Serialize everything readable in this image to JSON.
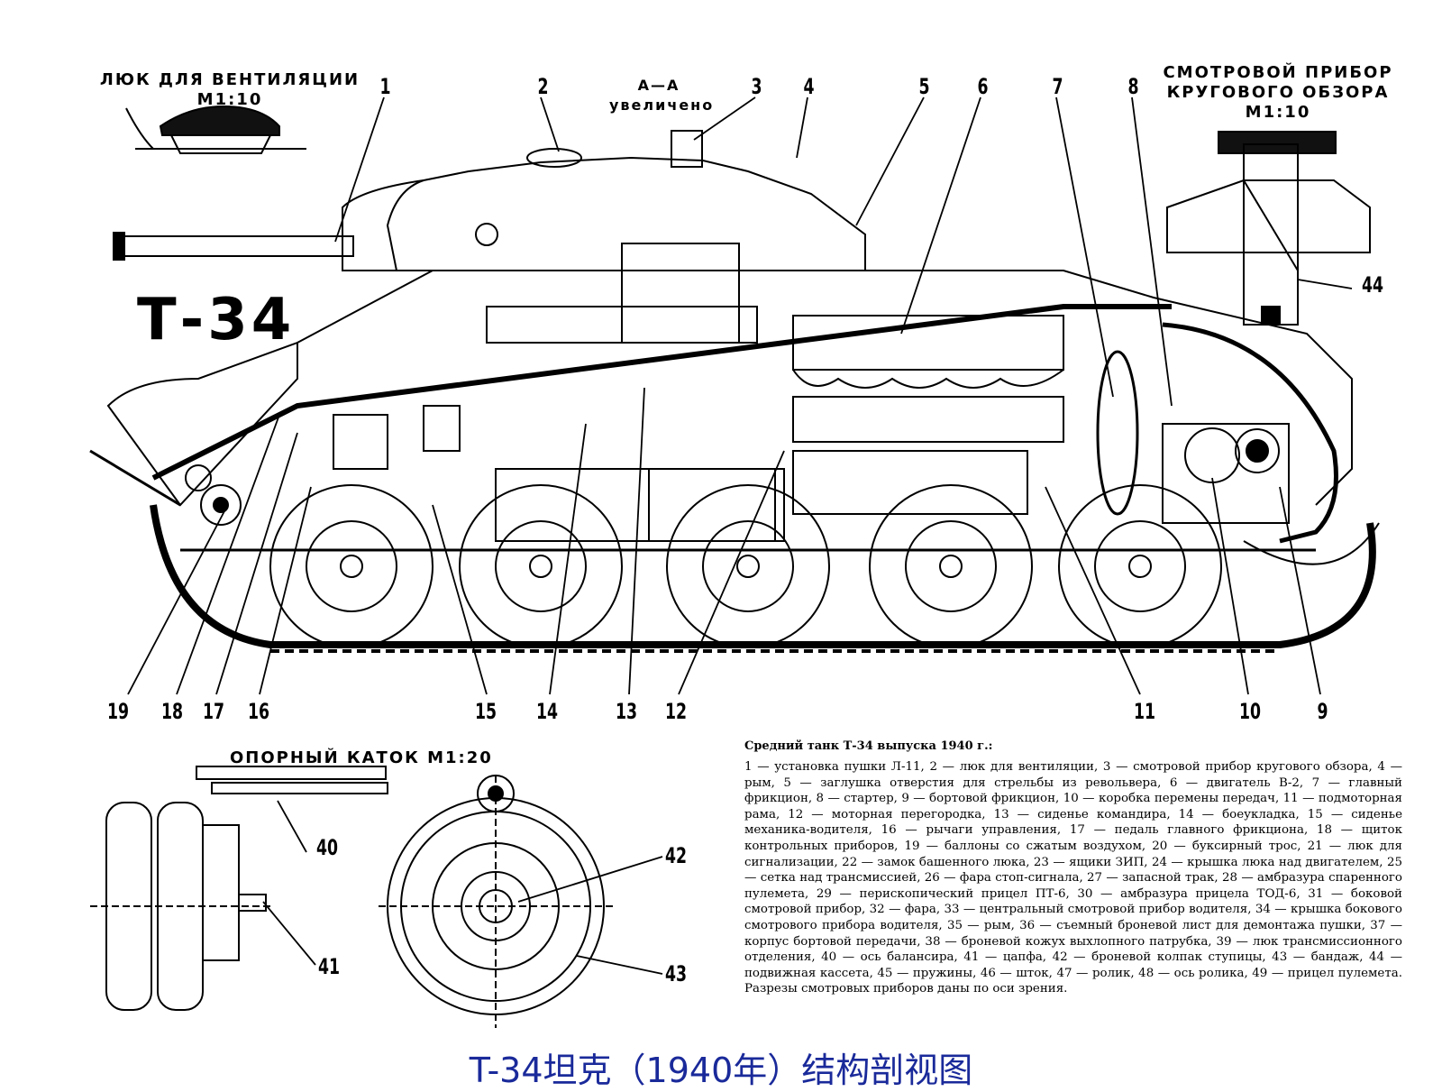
{
  "labels": {
    "vent_hatch": "ЛЮК ДЛЯ ВЕНТИЛЯЦИИ\nМ1:10",
    "section": "А—А\nувеличено",
    "periscope": "СМОТРОВОЙ ПРИБОР\nКРУГОВОГО ОБЗОРА\nМ1:10",
    "road_wheel": "ОПОРНЫЙ  КАТОК  М1:20",
    "tank_name": "Т-34"
  },
  "callouts": [
    "1",
    "2",
    "3",
    "4",
    "5",
    "6",
    "7",
    "8",
    "9",
    "10",
    "11",
    "12",
    "13",
    "14",
    "15",
    "16",
    "17",
    "18",
    "19",
    "40",
    "41",
    "42",
    "43",
    "44"
  ],
  "caption": {
    "title": "Средний танк Т-34 выпуска 1940 г.:",
    "body": "1 — установка пушки Л-11, 2 — люк для вентиляции, 3 — смотровой прибор кругового обзора, 4 — рым, 5 — заглушка отверстия для стрельбы из револьвера, 6 — двигатель В-2, 7 — главный фрикцион, 8 — стартер, 9 — бортовой фрикцион, 10 — коробка перемены передач, 11 — подмоторная рама, 12 — моторная перегородка, 13 — сиденье командира, 14 — боеукладка, 15 — сиденье механика-водителя, 16 — рычаги управления, 17 — педаль главного фрикциона, 18 — щиток контрольных приборов, 19 — баллоны со сжатым воздухом, 20 — буксирный трос, 21 — люк для сигнализации, 22 — замок башенного люка, 23 — ящики ЗИП, 24 — крышка люка над двигателем, 25 — сетка над трансмиссией, 26 — фара стоп-сигнала, 27 — запасной трак, 28 — амбразура спаренного пулемета, 29 — перископический прицел ПТ-6, 30 — амбразура прицела ТОД-6, 31 — боковой смотровой прибор, 32 — фара, 33 — центральный смотровой прибор водителя, 34 — крышка бокового смотрового прибора водителя, 35 — рым, 36 — съемный броневой лист для демонтажа пушки, 37 — корпус бортовой передачи, 38 — броневой кожух выхлопного патрубка, 39 — люк трансмиссионного отделения, 40 — ось балансира, 41 — цапфа, 42 — броневой колпак ступицы, 43 — бандаж, 44 — подвижная кассета, 45 — пружины, 46 — шток, 47 — ролик, 48 — ось ролика, 49 — прицел пулемета. Разрезы смотровых приборов даны по оси зрения."
  },
  "footer": "T-34坦克（1940年）结构剖视图",
  "colors": {
    "ink": "#000000",
    "footer": "#1a2a9a",
    "paper": "#ffffff"
  }
}
